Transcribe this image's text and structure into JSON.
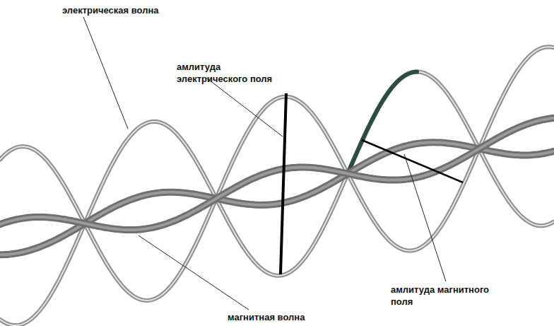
{
  "diagram": {
    "labels": [
      "электрическая волна",
      "амлитуда электрического поля",
      "амлитуда магнитного поля",
      "магнитная волна"
    ]
  }
}
